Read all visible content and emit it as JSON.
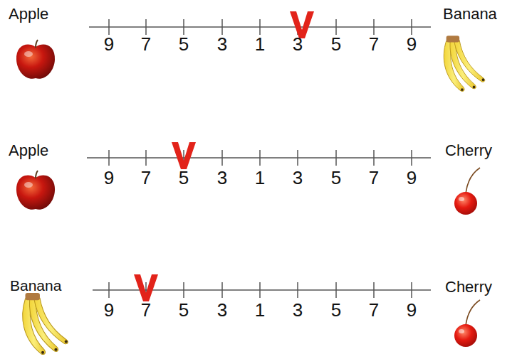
{
  "diagram": {
    "labels": [
      "Apple",
      "9",
      "7",
      "5",
      "3",
      "1",
      "3",
      "5",
      "7",
      "9",
      "Banana",
      "Apple",
      "9",
      "7",
      "5",
      "3",
      "1",
      "3",
      "5",
      "7",
      "9",
      "Cherry",
      "Banana",
      "9",
      "7",
      "5",
      "3",
      "1",
      "3",
      "5",
      "7",
      "9",
      "Cherry"
    ]
  }
}
